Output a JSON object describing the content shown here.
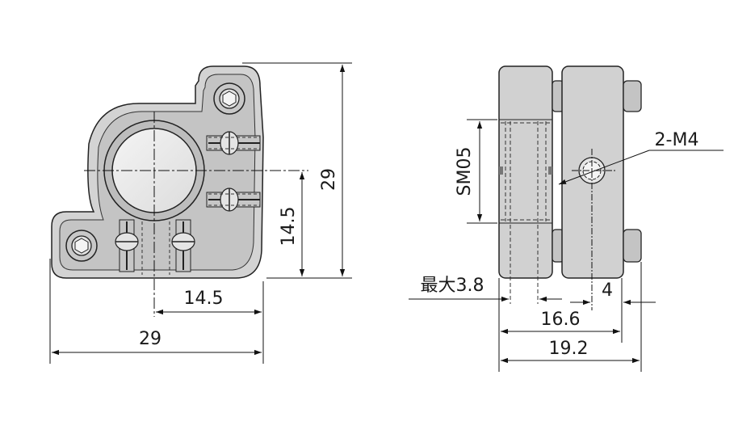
{
  "diagram": {
    "front_view": {
      "dim_height_total": "29",
      "dim_height_half": "14.5",
      "dim_width_half": "14.5",
      "dim_width_total": "29"
    },
    "side_view": {
      "dim_bore": "SM05",
      "thread_callout": "2-M4",
      "dim_max_depth": "最大3.8",
      "dim_hole_offset": "4",
      "dim_inner_width": "16.6",
      "dim_total_width": "19.2"
    },
    "colors": {
      "body_fill": "#d2d2d2",
      "body_shade": "#b8b8b8",
      "line": "#111111",
      "background": "#ffffff"
    }
  }
}
